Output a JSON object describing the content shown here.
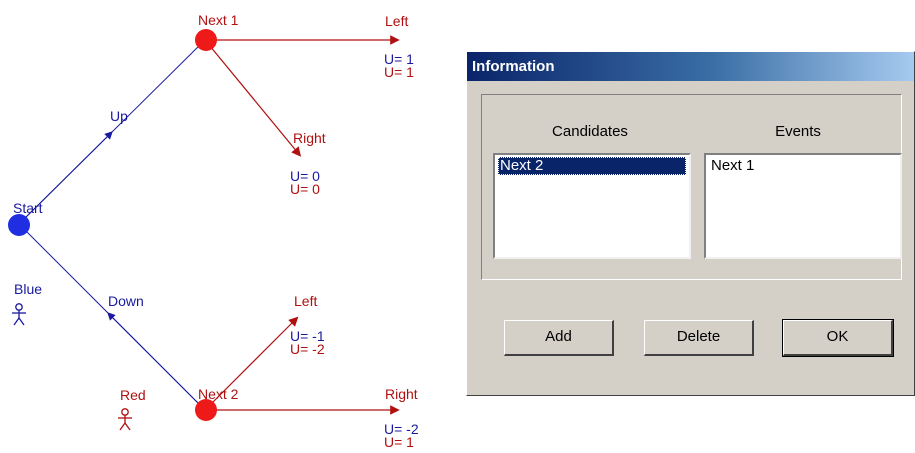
{
  "tree": {
    "start": "Start",
    "up": "Up",
    "down": "Down",
    "next1": "Next 1",
    "next2": "Next 2",
    "left_top": "Left",
    "right_top": "Right",
    "left_bottom": "Left",
    "right_bottom": "Right",
    "u_left_top": [
      "U= 1",
      "U= 1"
    ],
    "u_right_top": [
      "U= 0",
      "U= 0"
    ],
    "u_left_bottom": [
      "U= -1",
      "U= -2"
    ],
    "u_right_bottom": [
      "U= -2",
      "U= 1"
    ],
    "players": {
      "blue": "Blue",
      "red": "Red"
    },
    "colors": {
      "blue": "#1a1aa0",
      "red": "#b01010",
      "node_blue": "#1f2ee0",
      "node_red": "#ee1a1a"
    }
  },
  "dialog": {
    "title": "Information",
    "candidates_label": "Candidates",
    "events_label": "Events",
    "candidates": [
      "Next 2"
    ],
    "events": [
      "Next 1"
    ],
    "buttons": {
      "add": "Add",
      "delete": "Delete",
      "ok": "OK"
    }
  }
}
